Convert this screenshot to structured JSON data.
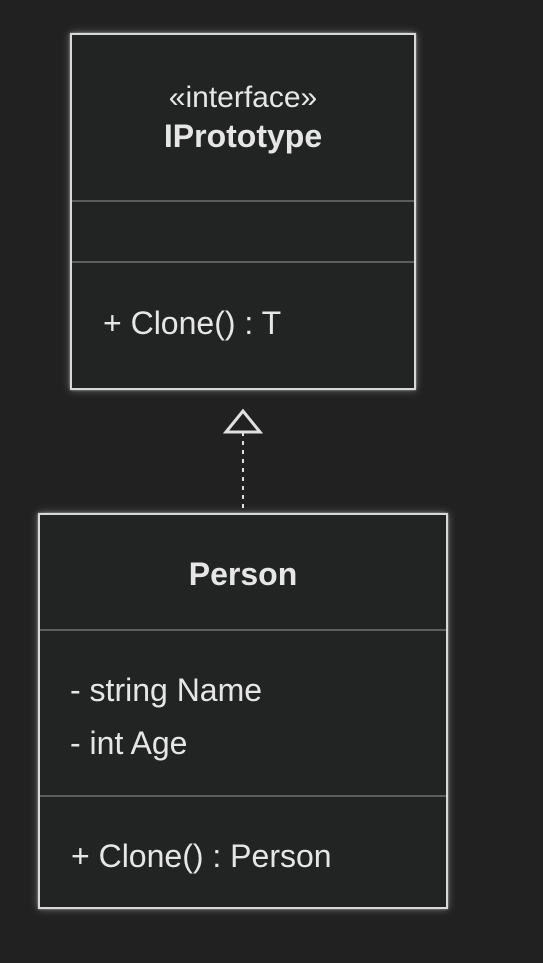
{
  "diagram": {
    "type": "uml-class",
    "interface": {
      "stereotype": "«interface»",
      "name": "IPrototype",
      "attributes": [],
      "operations": [
        "+ Clone() : T"
      ]
    },
    "class": {
      "name": "Person",
      "attributes": [
        "- string Name",
        "- int Age"
      ],
      "operations": [
        "+ Clone() : Person"
      ]
    },
    "relationship": {
      "kind": "realization",
      "from": "Person",
      "to": "IPrototype"
    }
  },
  "colors": {
    "background": "#212121",
    "box_fill": "#222423",
    "border": "#d8d8d8",
    "text": "#e6e6e6",
    "divider": "#5c5c5c"
  }
}
